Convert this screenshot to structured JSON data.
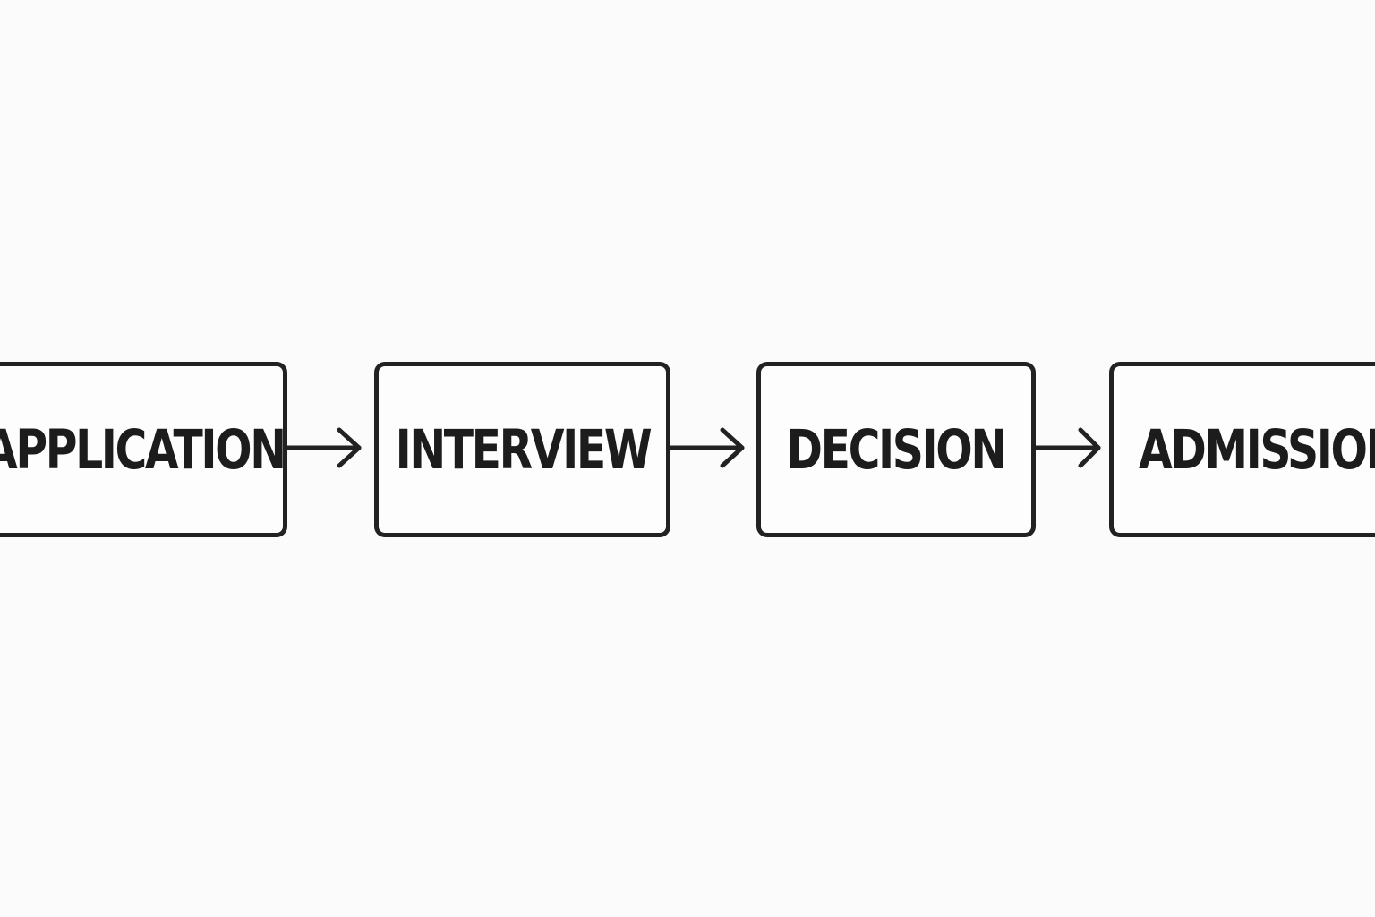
{
  "diagram": {
    "steps": [
      {
        "label": "APPLICATION"
      },
      {
        "label": "INTERVIEW"
      },
      {
        "label": "DECISION"
      },
      {
        "label": "ADMISSION"
      }
    ],
    "connector": "arrow-right",
    "colors": {
      "background": "#fbfbfb",
      "stroke": "#222222",
      "text": "#1c1c1c"
    }
  }
}
